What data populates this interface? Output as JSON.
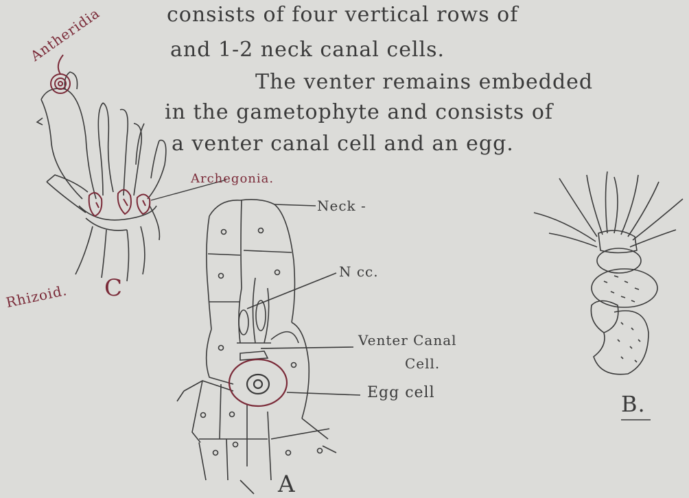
{
  "paragraph": {
    "line1": "consists of four vertical rows of",
    "line2": "and 1-2 neck canal cells.",
    "line3": "The venter remains embedded",
    "line4": "in the gametophyte and consists of",
    "line5": "a venter canal cell and an egg."
  },
  "figure_c": {
    "label": "C",
    "antheridia": "Antheridia",
    "archegonia": "Archegonia.",
    "rhizoid": "Rhizoid."
  },
  "figure_a": {
    "label": "A",
    "neck": "Neck -",
    "ncc": "N cc.",
    "venter_canal_line1": "Venter Canal",
    "venter_canal_line2": "Cell.",
    "egg": "Egg cell"
  },
  "figure_b": {
    "label": "B."
  },
  "colors": {
    "paper": "#dcdcd9",
    "ink": "#3a3a3a",
    "red_ink": "#7a2a38"
  }
}
